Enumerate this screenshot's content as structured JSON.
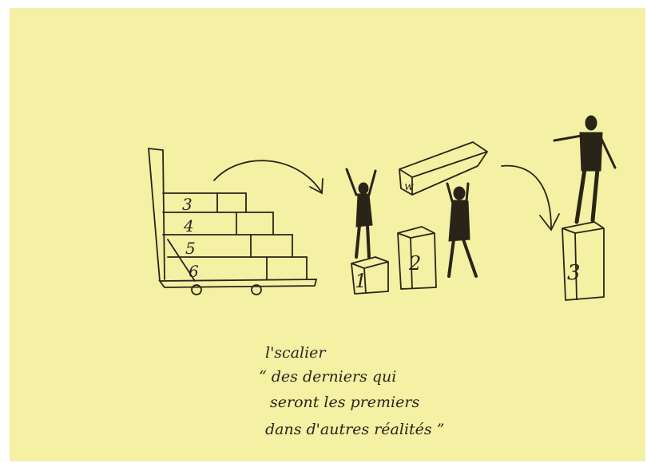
{
  "colors": {
    "paper": "#f4f0a4",
    "paper_edge": "#ffffff",
    "ink": "#2a2418",
    "accent_red": "#a8322a"
  },
  "stair": {
    "step_labels": [
      "3",
      "4",
      "5",
      "6"
    ]
  },
  "podiums": {
    "box_labels": [
      "1",
      "2",
      "3"
    ]
  },
  "carried_box_label": "w",
  "caption": {
    "lines": [
      "l'scalier",
      "“ des derniers qui",
      "seront les premiers",
      "dans d'autres réalités ”"
    ]
  }
}
